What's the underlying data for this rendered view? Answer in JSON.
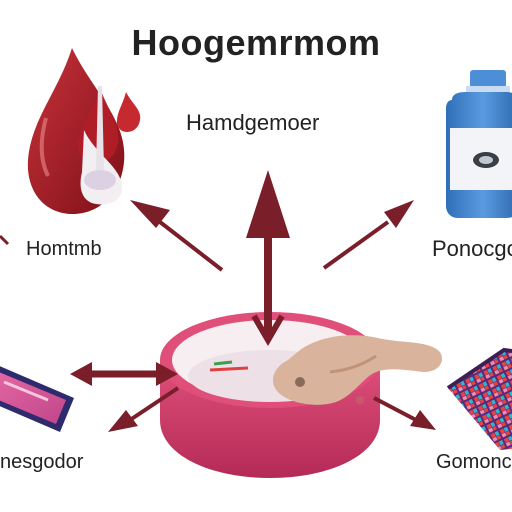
{
  "title": "Hoogemrmom",
  "subtitle": "Hamdgemoer",
  "labels": {
    "left": "Homtmb",
    "right": "Ponocgo",
    "bottom_left": "nesgodor",
    "bottom_right": "Gomonc"
  },
  "colors": {
    "arrow": "#7a1e2a",
    "blood": "#a4161a",
    "bottle_blue": "#3f7fc9",
    "bowl_pink": "#d63a6a",
    "tissue": "#d9b39b",
    "strip_purple": "#3a2f7a"
  },
  "icons": [
    "blood-drop-icon",
    "medicine-bottle-icon",
    "test-strip-icon",
    "cell-grid-icon",
    "bowl-icon",
    "tissue-icon"
  ]
}
